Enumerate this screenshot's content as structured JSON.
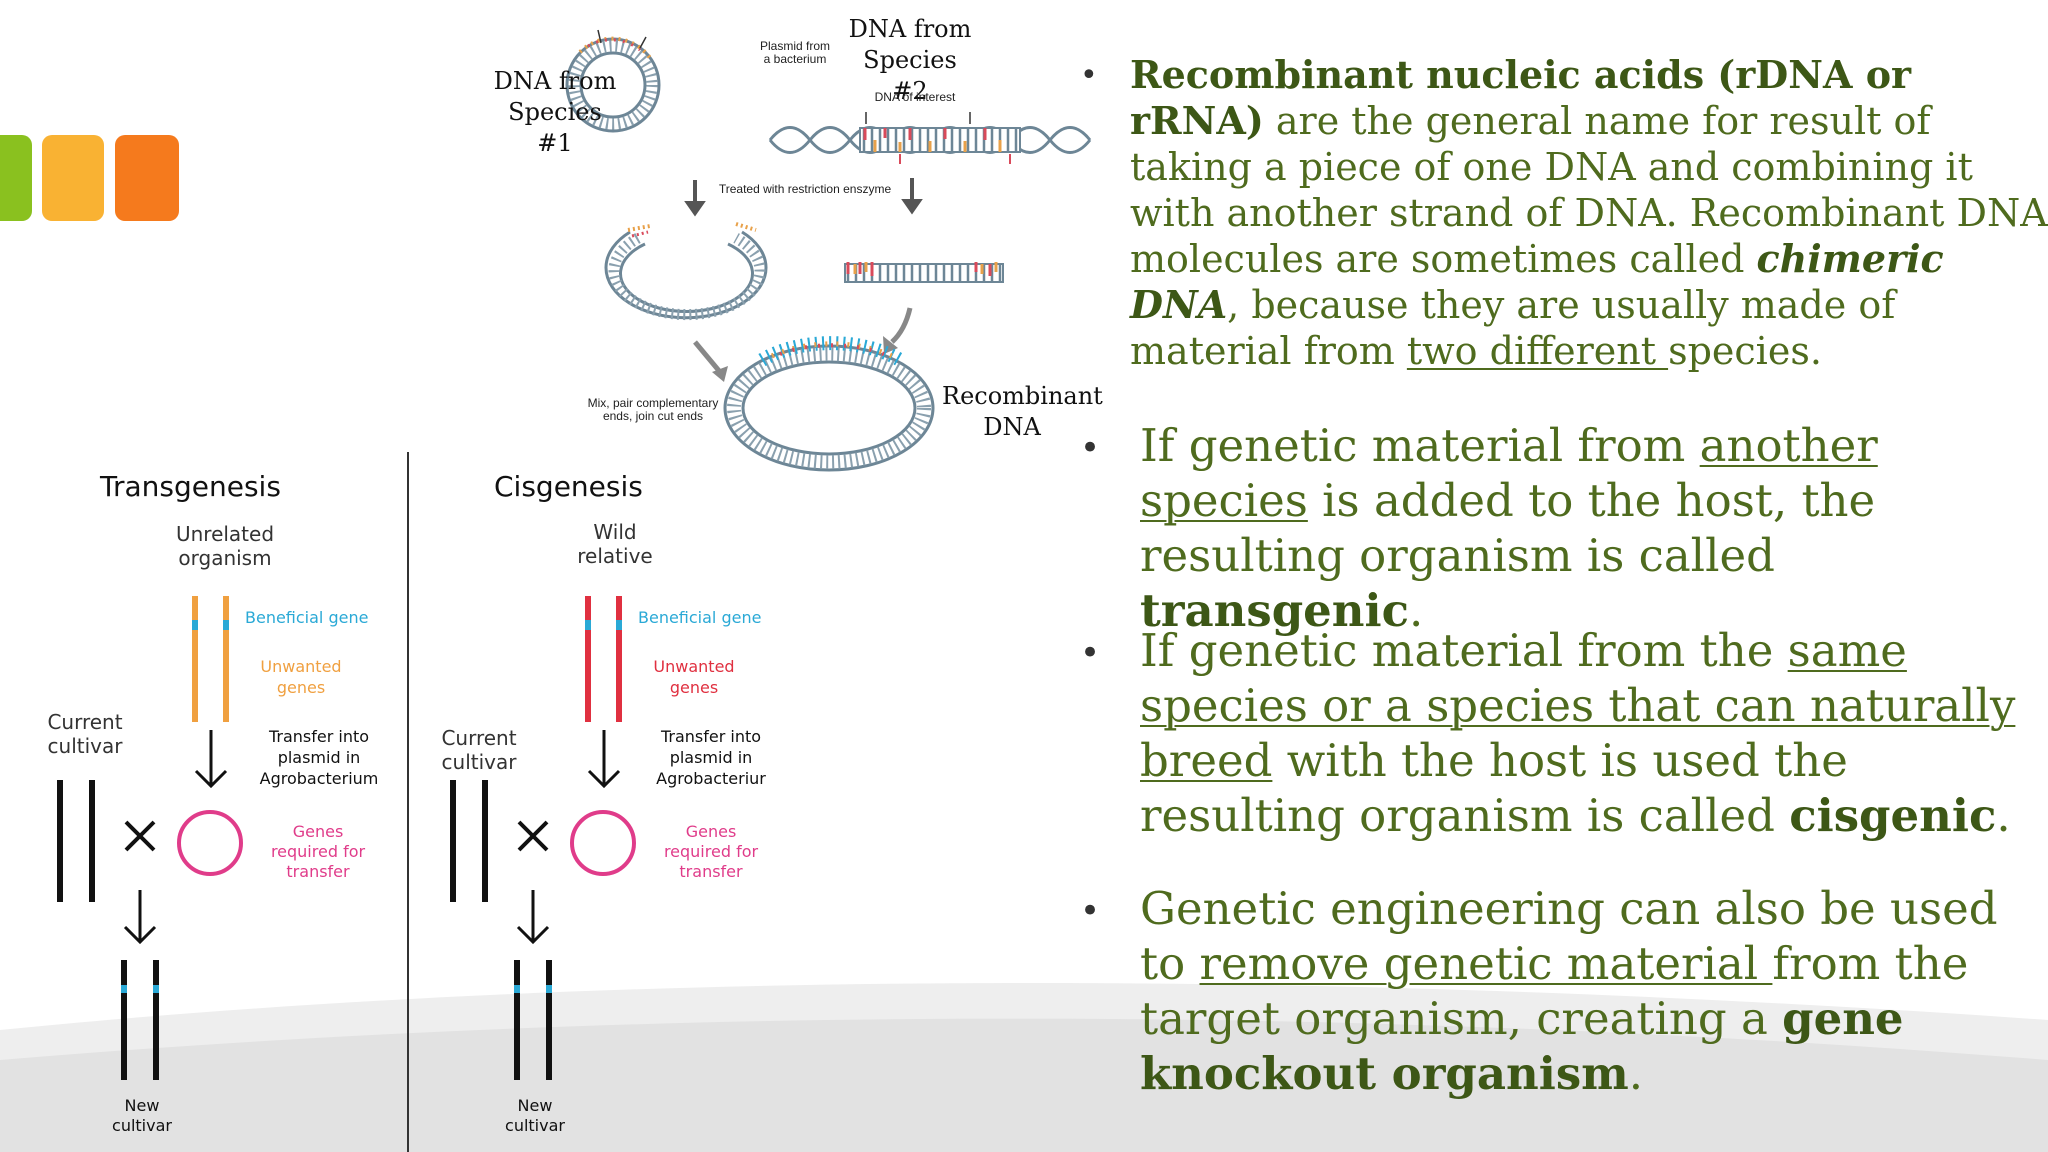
{
  "colors": {
    "text_green": "#4f6b1e",
    "bold_green": "#3d5716",
    "square_green": "#8ac11f",
    "square_yellow": "#f9b233",
    "square_orange": "#f57a1d",
    "beneficial_blue": "#2aa9d6",
    "unwanted_orange": "#f0a040",
    "transfer_pink": "#e03c8a",
    "cis_red": "#e03040"
  },
  "icons": [
    "green-square-icon",
    "yellow-square-icon",
    "orange-square-icon",
    "plasmid-ring-icon",
    "dna-helix-icon",
    "down-arrow-icon",
    "cross-icon"
  ],
  "recombinant_diagram": {
    "dna_species1": [
      "DNA from",
      "Species #1"
    ],
    "dna_species2": [
      "DNA from",
      "Species #2"
    ],
    "plasmid_from": [
      "Plasmid from",
      "a bacterium"
    ],
    "dna_of_interest": "DNA of interest",
    "treated": "Treated with restriction enszyme",
    "mix": [
      "Mix, pair complementary",
      "ends, join cut ends"
    ],
    "recombinant": [
      "Recombinant",
      "DNA"
    ]
  },
  "genesis_diagram": {
    "transgenesis": {
      "title": "Transgenesis",
      "source": [
        "Unrelated",
        "organism"
      ],
      "beneficial": "Beneficial gene",
      "unwanted": [
        "Unwanted",
        "genes"
      ],
      "transfer": [
        "Transfer into",
        "plasmid in",
        "Agrobacterium"
      ],
      "genes_required": [
        "Genes",
        "required for",
        "transfer"
      ],
      "current": [
        "Current",
        "cultivar"
      ],
      "new": [
        "New",
        "cultivar"
      ]
    },
    "cisgenesis": {
      "title": "Cisgenesis",
      "source": [
        "Wild",
        "relative"
      ],
      "beneficial": "Beneficial gene",
      "unwanted": [
        "Unwanted",
        "genes"
      ],
      "transfer": [
        "Transfer into",
        "plasmid in",
        "Agrobacteriur"
      ],
      "genes_required": [
        "Genes",
        "required for",
        "transfer"
      ],
      "current": [
        "Current",
        "cultivar"
      ],
      "new": [
        "New",
        "cultivar"
      ]
    }
  },
  "bullets": {
    "b1": {
      "bold1": "Recombinant nucleic acids (rDNA or rRNA)",
      "t1": " are the general name for result of taking a piece of one DNA and combining it with another strand of DNA. Recombinant DNA molecules are sometimes called ",
      "bolditalic": "chimeric DNA",
      "t2": ", because they are usually made of material from ",
      "u1": "two different ",
      "t3": "species."
    },
    "b2": {
      "t1": "If genetic material from ",
      "u1": "another species",
      "t2": " is added to the host, the resulting organism is called ",
      "bold1": "transgenic",
      "t3": "."
    },
    "b3": {
      "t1": "If genetic material from the ",
      "u1": "same species or a species that can naturally breed",
      "t2": " with the host is used the resulting organism is called ",
      "bold1": "cisgenic",
      "t3": "."
    },
    "b4": {
      "t1": "Genetic engineering can also be used to ",
      "u1": "remove genetic material ",
      "t2": "from the target organism, creating a ",
      "bold1": "gene knockout organism",
      "t3": "."
    }
  }
}
